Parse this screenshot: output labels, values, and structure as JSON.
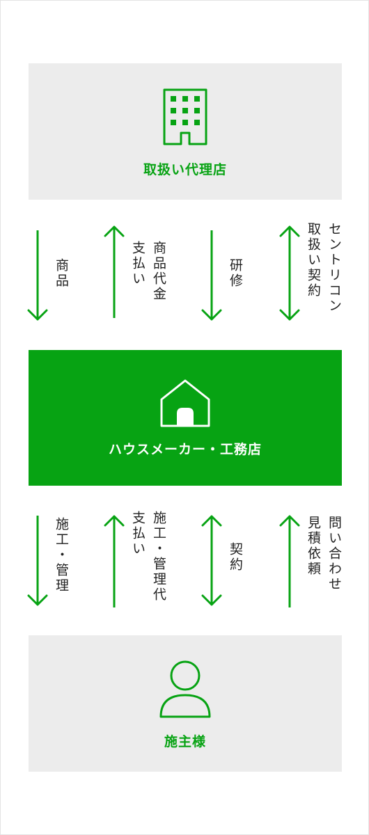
{
  "nodes": {
    "agency": {
      "label": "取扱い代理店",
      "icon": "building-icon"
    },
    "maker": {
      "label": "ハウスメーカー・工務店",
      "icon": "house-icon"
    },
    "owner": {
      "label": "施主様",
      "icon": "person-icon"
    }
  },
  "upper_flows": [
    {
      "direction": "down",
      "label": "商品"
    },
    {
      "direction": "up",
      "label": "商品代金\n支払い"
    },
    {
      "direction": "down",
      "label": "研修"
    },
    {
      "direction": "both",
      "label": "セントリコン\n取扱い契約"
    }
  ],
  "lower_flows": [
    {
      "direction": "down",
      "label": "施工・管理"
    },
    {
      "direction": "up",
      "label": "施工・管理代\n支払い"
    },
    {
      "direction": "both",
      "label": "契約"
    },
    {
      "direction": "up",
      "label": "問い合わせ\n見積依頼"
    }
  ],
  "colors": {
    "accent": "#07a313",
    "box_gray": "#ececec",
    "text": "#222222"
  }
}
